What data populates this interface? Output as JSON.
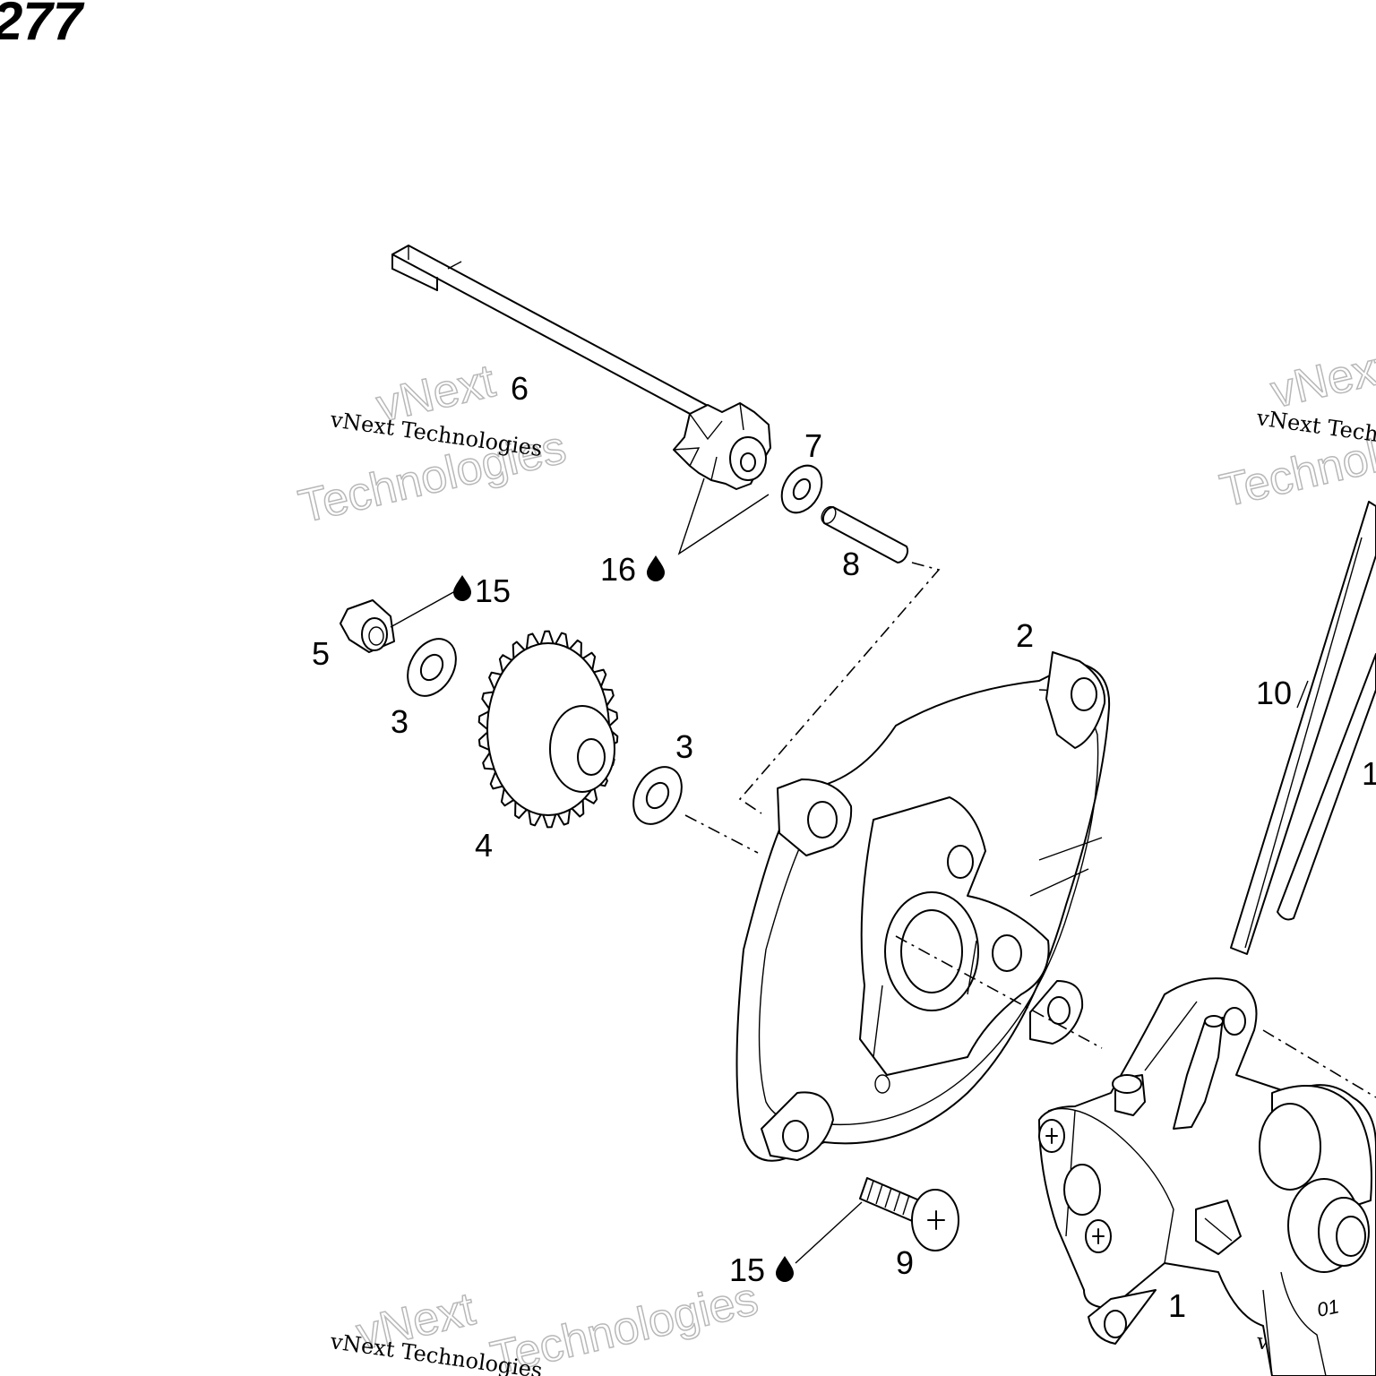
{
  "diagram": {
    "title": "277",
    "labels": {
      "p1": "1",
      "p2": "2",
      "p3a": "3",
      "p3b": "3",
      "p4": "4",
      "p5": "5",
      "p6": "6",
      "p7": "7",
      "p8": "8",
      "p9": "9",
      "p10": "10",
      "p11": "1",
      "p15a": "15",
      "p15b": "15",
      "p16": "16"
    },
    "part_stamp": "01",
    "watermark": {
      "line": "vNext Technologies",
      "word1": "vNext",
      "word2": "Technologies"
    },
    "icons": [
      "oil-drop-icon"
    ]
  }
}
